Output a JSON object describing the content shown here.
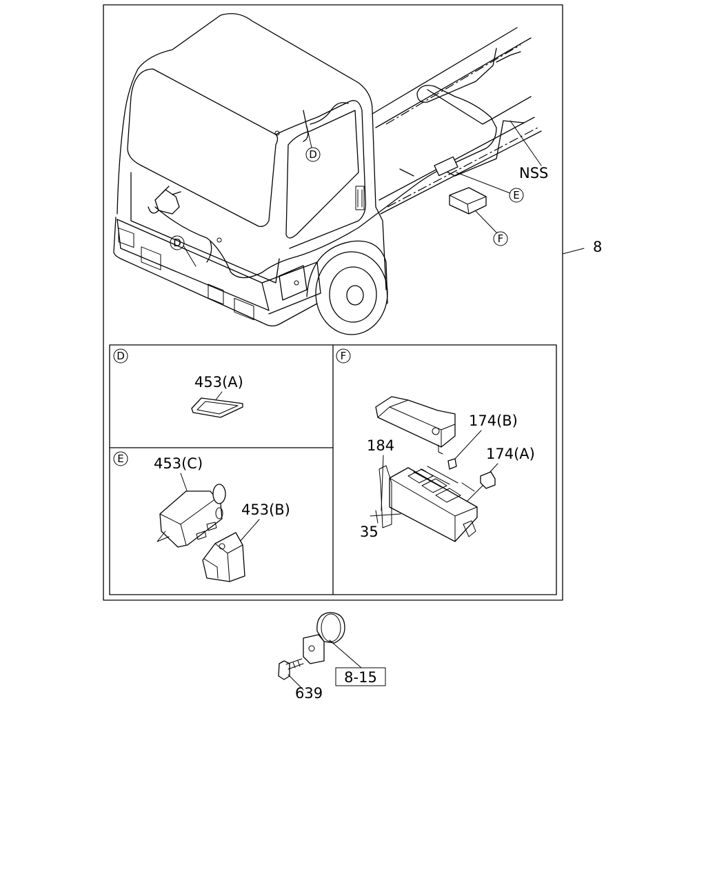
{
  "main_label": "8",
  "callouts": {
    "nss": "NSS",
    "d1": "D",
    "d2": "D",
    "e": "E",
    "f": "F"
  },
  "panels": {
    "d": {
      "tag": "D",
      "parts": {
        "p453a": "453(A)"
      }
    },
    "e": {
      "tag": "E",
      "parts": {
        "p453c": "453(C)",
        "p453b": "453(B)"
      }
    },
    "f": {
      "tag": "F",
      "parts": {
        "p184": "184",
        "p174b": "174(B)",
        "p174a": "174(A)",
        "p35": "35"
      }
    }
  },
  "bottom": {
    "ref_box": "8-15",
    "bolt": "639"
  }
}
